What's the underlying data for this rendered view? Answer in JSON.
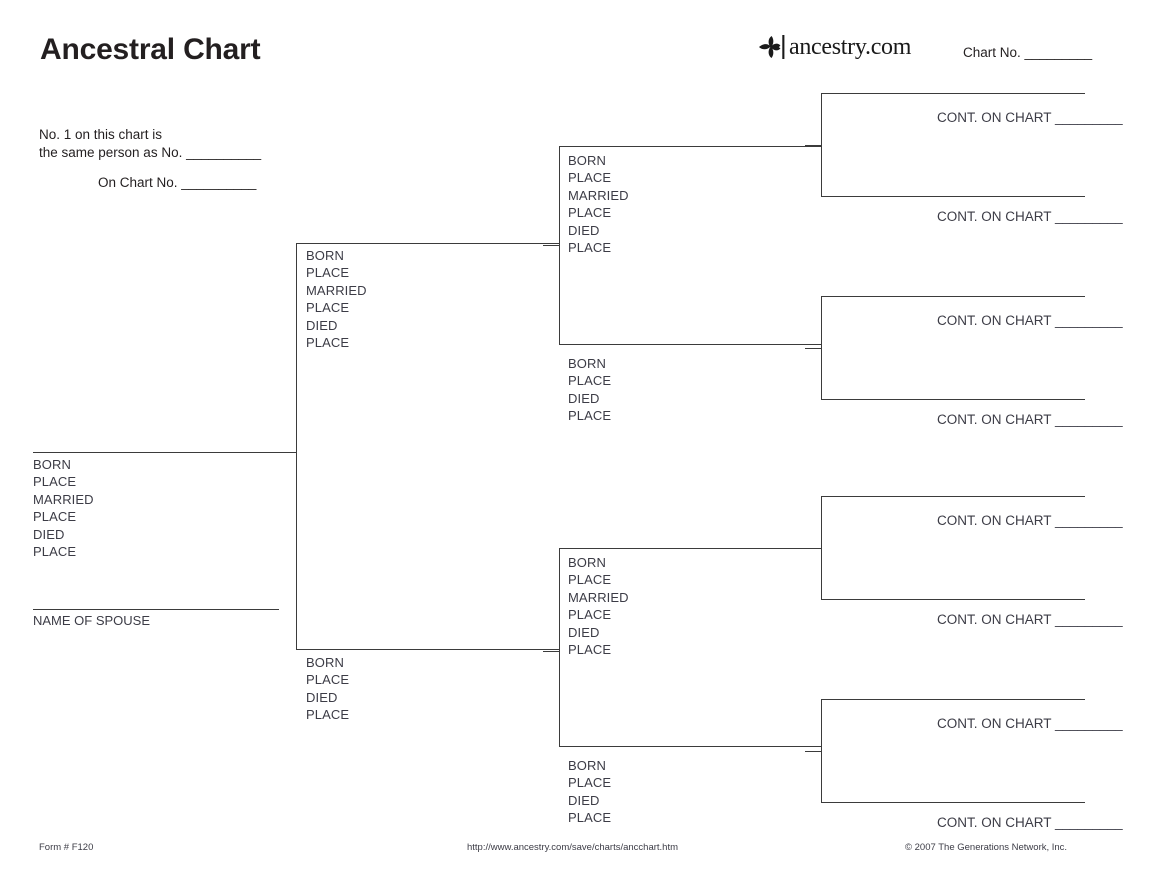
{
  "header": {
    "title": "Ancestral Chart",
    "brand": {
      "wordmark": "ancestry.com",
      "mark_icon": "ancestry-leaf-icon"
    },
    "chart_no_label": "Chart No. _________"
  },
  "notes": {
    "self_ref_line1": "No. 1 on this chart is",
    "self_ref_line2": "the same person as No. __________",
    "on_chart_no": "On Chart No. __________"
  },
  "field_labels": {
    "born": "BORN",
    "place": "PLACE",
    "married": "MARRIED",
    "died": "DIED",
    "spouse": "NAME OF SPOUSE",
    "cont_on_chart": "CONT. ON CHART _________"
  },
  "people": {
    "person1": {
      "name_line": "",
      "fields": [
        "BORN",
        "PLACE",
        "MARRIED",
        "PLACE",
        "DIED",
        "PLACE"
      ],
      "spouse_label": "NAME OF SPOUSE"
    },
    "gen2_father": {
      "fields": [
        "BORN",
        "PLACE",
        "MARRIED",
        "PLACE",
        "DIED",
        "PLACE"
      ]
    },
    "gen2_mother": {
      "fields": [
        "BORN",
        "PLACE",
        "DIED",
        "PLACE"
      ]
    },
    "gen3_a": {
      "fields": [
        "BORN",
        "PLACE",
        "MARRIED",
        "PLACE",
        "DIED",
        "PLACE"
      ]
    },
    "gen3_b": {
      "fields": [
        "BORN",
        "PLACE",
        "DIED",
        "PLACE"
      ]
    },
    "gen3_c": {
      "fields": [
        "BORN",
        "PLACE",
        "MARRIED",
        "PLACE",
        "DIED",
        "PLACE"
      ]
    },
    "gen3_d": {
      "fields": [
        "BORN",
        "PLACE",
        "DIED",
        "PLACE"
      ]
    },
    "gen4": [
      {
        "cont": "CONT. ON CHART _________"
      },
      {
        "cont": "CONT. ON CHART _________"
      },
      {
        "cont": "CONT. ON CHART _________"
      },
      {
        "cont": "CONT. ON CHART _________"
      },
      {
        "cont": "CONT. ON CHART _________"
      },
      {
        "cont": "CONT. ON CHART _________"
      },
      {
        "cont": "CONT. ON CHART _________"
      },
      {
        "cont": "CONT. ON CHART _________"
      }
    ]
  },
  "footer": {
    "form": "Form # F120",
    "url": "http://www.ancestry.com/save/charts/ancchart.htm",
    "copyright": "© 2007 The Generations Network, Inc."
  },
  "colors": {
    "ink": "#231f20",
    "label_ink": "#3c3c46",
    "rule": "#3b3b3b",
    "paper": "#ffffff"
  }
}
